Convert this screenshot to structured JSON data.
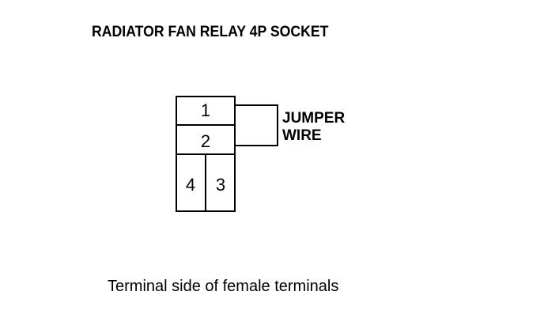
{
  "title": "RADIATOR FAN RELAY 4P SOCKET",
  "terminals": {
    "t1": "1",
    "t2": "2",
    "t3": "3",
    "t4": "4"
  },
  "jumper_label": {
    "line1": "JUMPER",
    "line2": "WIRE"
  },
  "caption": "Terminal side of female terminals",
  "colors": {
    "stroke": "#000000",
    "background": "#ffffff"
  }
}
